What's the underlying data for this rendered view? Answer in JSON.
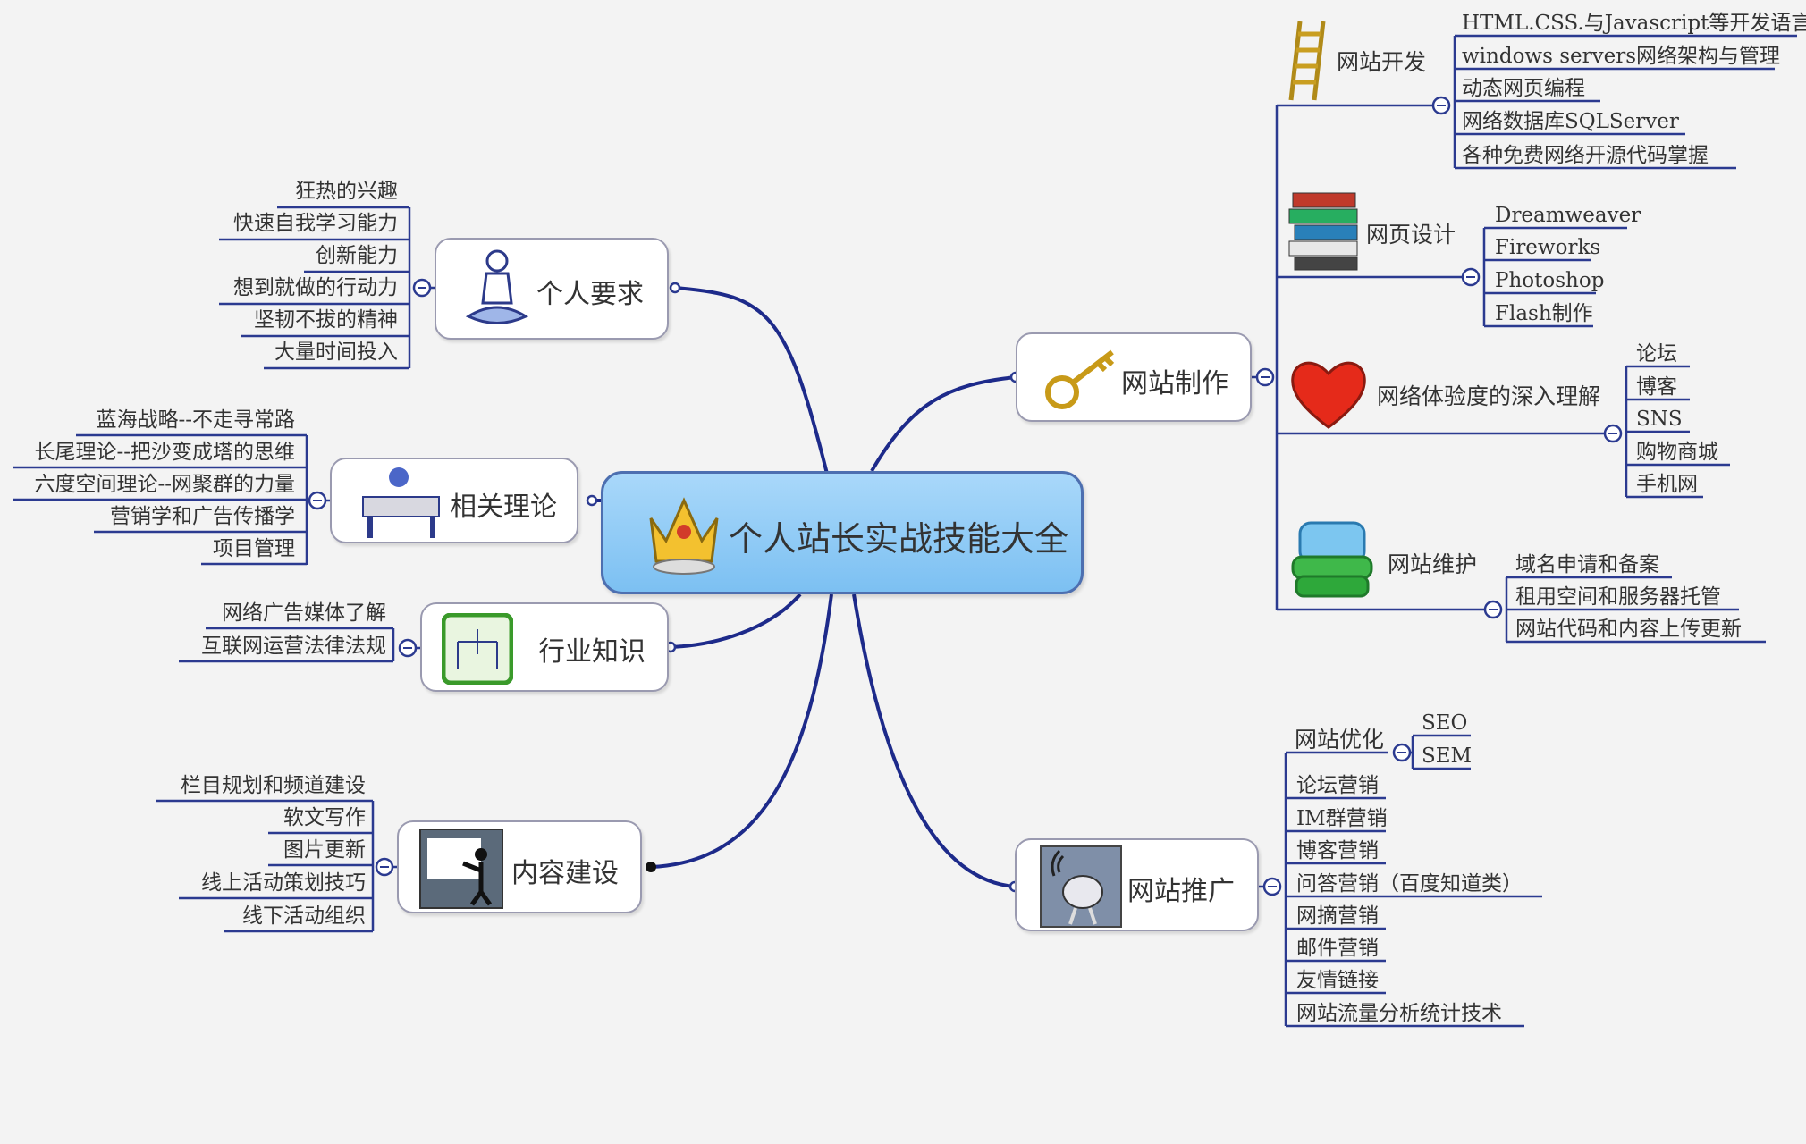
{
  "center": {
    "title": "个人站长实战技能大全",
    "icon": "crown-icon"
  },
  "left": [
    {
      "id": "personal",
      "title": "个人要求",
      "icon": "meditation-person-icon",
      "leaves": [
        "狂热的兴趣",
        "快速自我学习能力",
        "创新能力",
        "想到就做的行动力",
        "坚韧不拔的精神",
        "大量时间投入"
      ]
    },
    {
      "id": "theory",
      "title": "相关理论",
      "icon": "desk-worker-icon",
      "leaves": [
        "蓝海战略--不走寻常路",
        "长尾理论--把沙变成塔的思维",
        "六度空间理论--网聚群的力量",
        "营销学和广告传播学",
        "项目管理"
      ]
    },
    {
      "id": "industry",
      "title": "行业知识",
      "icon": "org-chart-icon",
      "leaves": [
        "网络广告媒体了解",
        "互联网运营法律法规"
      ]
    },
    {
      "id": "content",
      "title": "内容建设",
      "icon": "presenter-board-icon",
      "leaves": [
        "栏目规划和频道建设",
        "软文写作",
        "图片更新",
        "线上活动策划技巧",
        "线下活动组织"
      ]
    }
  ],
  "right": {
    "make": {
      "title": "网站制作",
      "icon": "key-icon",
      "subs": [
        {
          "title": "网站开发",
          "icon": "ladder-icon",
          "leaves": [
            "HTML.CSS.与Javascript等开发语言",
            "windows servers网络架构与管理",
            "动态网页编程",
            "网络数据库SQLServer",
            "各种免费网络开源代码掌握"
          ]
        },
        {
          "title": "网页设计",
          "icon": "books-icon",
          "leaves": [
            "Dreamweaver",
            "Fireworks",
            "Photoshop",
            "Flash制作"
          ]
        },
        {
          "title": "网络体验度的深入理解",
          "icon": "heart-icon",
          "leaves": [
            "论坛",
            "博客",
            "SNS",
            "购物商城",
            "手机网"
          ]
        },
        {
          "title": "网站维护",
          "icon": "couch-icon",
          "leaves": [
            "域名申请和备案",
            "租用空间和服务器托管",
            "网站代码和内容上传更新"
          ]
        }
      ]
    },
    "promote": {
      "title": "网站推广",
      "icon": "satellite-dish-icon",
      "opt": {
        "title": "网站优化",
        "leaves": [
          "SEO",
          "SEM"
        ]
      },
      "leaves": [
        "论坛营销",
        "IM群营销",
        "博客营销",
        "问答营销（百度知道类）",
        "网摘营销",
        "邮件营销",
        "友情链接",
        "网站流量分析统计技术"
      ]
    }
  },
  "colors": {
    "line": "#1d2a8a",
    "leafLine": "#2b3a90"
  }
}
